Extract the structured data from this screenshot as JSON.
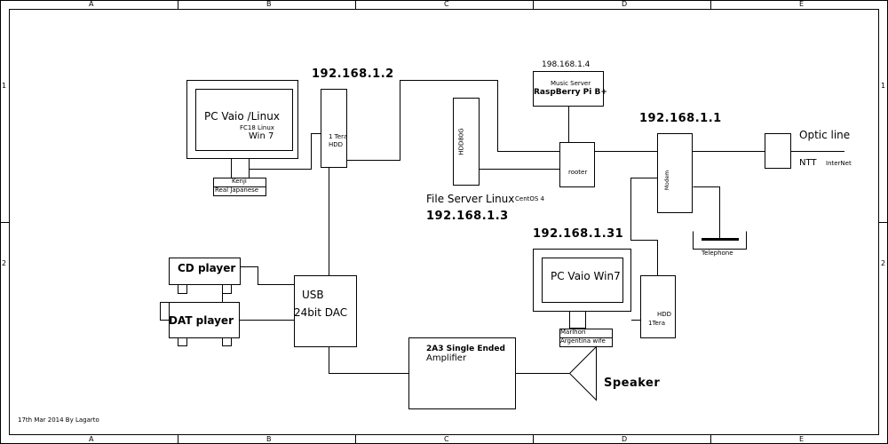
{
  "grid": {
    "columns": [
      "A",
      "B",
      "C",
      "D",
      "E"
    ],
    "rows": [
      "1",
      "2"
    ]
  },
  "nodes": {
    "pc_vaio_linux": {
      "title": "PC Vaio /Linux",
      "os1": "FC18 Linux",
      "os2": "Win 7",
      "user": "Kenji",
      "keyboard": "Real Japanese"
    },
    "hdd_1tera_a": {
      "ip": "192.168.1.2",
      "label_line1": "1 Tera",
      "label_line2": "HDD"
    },
    "file_server": {
      "label": "HDD80G",
      "title": "File Server Linux",
      "os": "CentOS 4",
      "ip": "192.168.1.3"
    },
    "music_server": {
      "ip": "198.168.1.4",
      "line1": "Music Server",
      "line2": "RaspBerry Pi B+"
    },
    "router": {
      "label": "rooter"
    },
    "modem": {
      "ip": "192.168.1.1",
      "label": "Modem"
    },
    "optic": {
      "label": "Optic line",
      "provider": "NTT",
      "provider_note": "InterNet"
    },
    "telephone": {
      "label": "Telephone"
    },
    "pc_vaio_win7": {
      "ip": "192.168.1.31",
      "title": "PC Vaio Win7",
      "user": "Marlhori",
      "note": "Argentina wife"
    },
    "hdd_1tera_b": {
      "label_line1": "HDD",
      "label_line2": "1Tera"
    },
    "cd_player": {
      "label": "CD player"
    },
    "dat_player": {
      "label": "DAT player"
    },
    "dac": {
      "line1": "USB",
      "line2": "24bit DAC"
    },
    "amplifier": {
      "line1": "2A3 Single Ended",
      "line2": "Amplifier"
    },
    "speaker": {
      "label": "Speaker"
    }
  },
  "footer": {
    "credit": "17th Mar 2014 By Lagarto"
  }
}
